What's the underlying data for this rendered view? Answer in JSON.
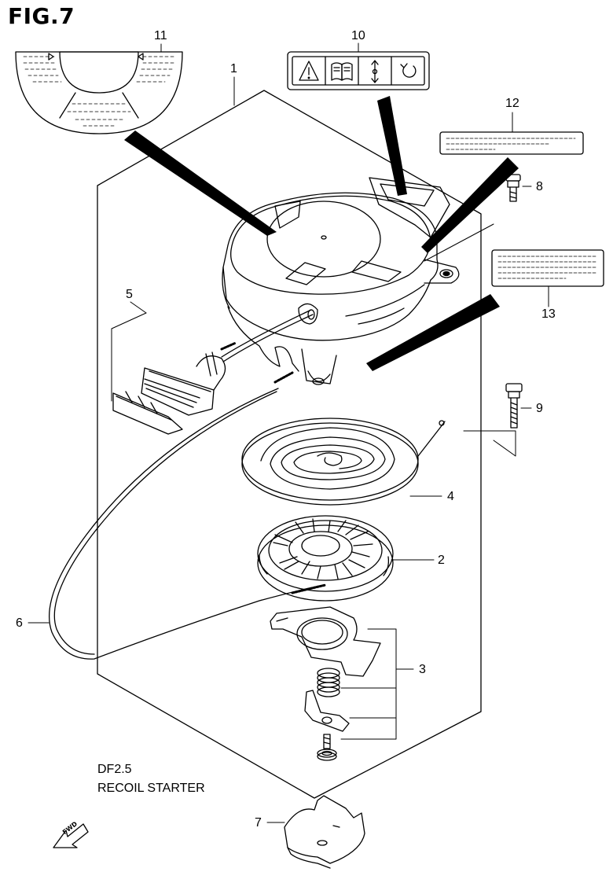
{
  "figure": {
    "title": "FIG.7"
  },
  "callouts": {
    "c1": "1",
    "c2": "2",
    "c3": "3",
    "c4": "4",
    "c5": "5",
    "c6": "6",
    "c7": "7",
    "c8": "8",
    "c9": "9",
    "c10": "10",
    "c11": "11",
    "c12": "12",
    "c13": "13"
  },
  "caption": {
    "model": "DF2.5",
    "name": "RECOIL STARTER"
  },
  "direction_marker": {
    "label": "FWD"
  },
  "icons": [
    "warning-icon",
    "manual-book-icon",
    "up-down-arrow-icon",
    "rotation-icon"
  ]
}
